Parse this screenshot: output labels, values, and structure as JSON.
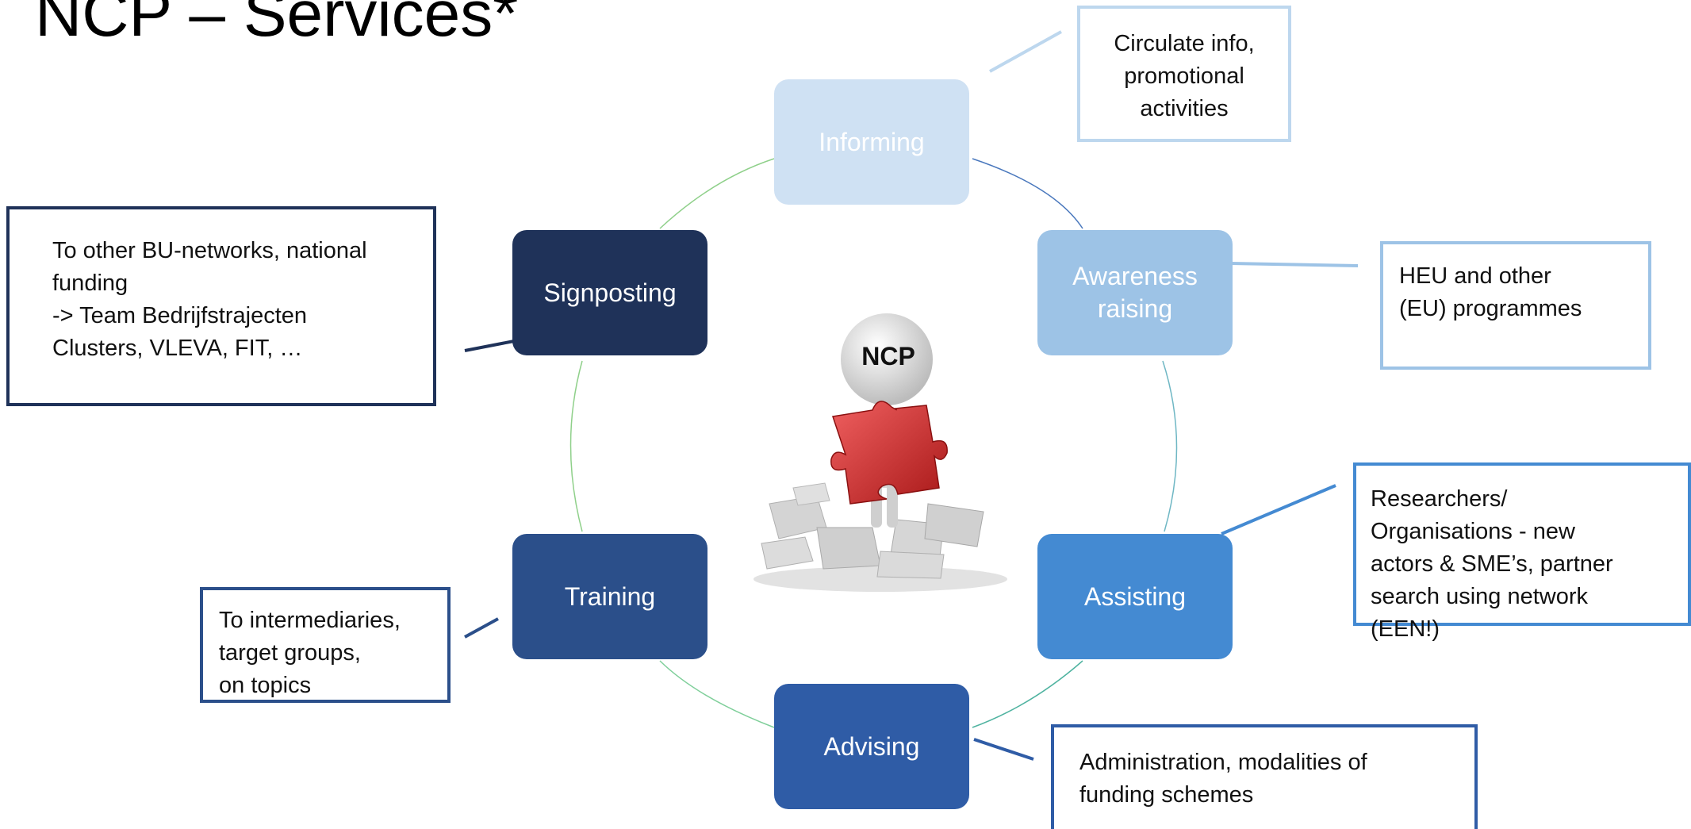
{
  "title": "NCP – Services*",
  "center": {
    "label": "NCP",
    "image": "figure-holding-puzzle-piece"
  },
  "nodes": [
    {
      "id": "informing",
      "label": "Informing",
      "color": "#cfe1f3"
    },
    {
      "id": "awareness",
      "label": "Awareness raising",
      "color": "#9dc3e6"
    },
    {
      "id": "assisting",
      "label": "Assisting",
      "color": "#448ad2"
    },
    {
      "id": "advising",
      "label": "Advising",
      "color": "#2f5ca6"
    },
    {
      "id": "training",
      "label": "Training",
      "color": "#2b4f8a"
    },
    {
      "id": "signposting",
      "label": "Signposting",
      "color": "#1f3259"
    }
  ],
  "callouts": {
    "informing": {
      "text": "Circulate info,\npromotional\nactivities",
      "border": "#bdd7ee"
    },
    "awareness": {
      "text": "HEU and other\n(EU) programmes",
      "border": "#9dc3e6"
    },
    "assisting": {
      "text": "Researchers/\nOrganisations - new\nactors & SME’s, partner\nsearch using network\n(EEN!)",
      "border": "#448ad2"
    },
    "advising": {
      "text": "Administration, modalities of\nfunding schemes",
      "border": "#2f5ca6"
    },
    "training": {
      "text": "To intermediaries,\ntarget groups,\non topics",
      "border": "#2b4f8a"
    },
    "signposting": {
      "text": "To other BU-networks, national\nfunding\n-> Team Bedrijfstrajecten\nClusters, VLEVA, FIT, …",
      "border": "#1f3259"
    }
  }
}
